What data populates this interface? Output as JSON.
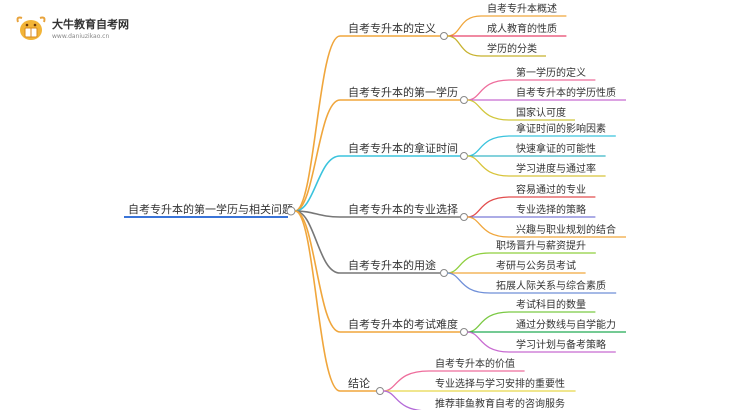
{
  "brand": {
    "name": "大牛教育自考网",
    "url": "www.daniuzikao.cn"
  },
  "mindmap": {
    "root": "自考专升本的第一学历与相关问题",
    "branches": [
      {
        "label": "自考专升本的定义",
        "color": "#f0a63c",
        "children": [
          "自考专升本概述",
          "成人教育的性质",
          "学历的分类"
        ],
        "child_colors": [
          "#f0a63c",
          "#e8446a",
          "#c7b22f"
        ]
      },
      {
        "label": "自考专升本的第一学历",
        "color": "#f0a63c",
        "children": [
          "第一学历的定义",
          "自考专升本的学历性质",
          "国家认可度"
        ],
        "child_colors": [
          "#ee6d9c",
          "#c86bd1",
          "#d1c73c"
        ]
      },
      {
        "label": "自考专升本的拿证时间",
        "color": "#3ac3dd",
        "children": [
          "拿证时间的影响因素",
          "快速拿证的可能性",
          "学习进度与通过率"
        ],
        "child_colors": [
          "#3ac3dd",
          "#3bb8c8",
          "#d8c43a"
        ]
      },
      {
        "label": "自考专升本的专业选择",
        "color": "#777777",
        "children": [
          "容易通过的专业",
          "专业选择的策略",
          "兴趣与职业规划的结合"
        ],
        "child_colors": [
          "#e24d4d",
          "#7a7ad8",
          "#f0a63c"
        ]
      },
      {
        "label": "自考专升本的用途",
        "color": "#777777",
        "children": [
          "职场晋升与薪资提升",
          "考研与公务员考试",
          "拓展人际关系与综合素质"
        ],
        "child_colors": [
          "#8fcf3f",
          "#f0a63c",
          "#6f8fd8"
        ]
      },
      {
        "label": "自考专升本的考试难度",
        "color": "#f0a63c",
        "children": [
          "考试科目的数量",
          "通过分数线与自学能力",
          "学习计划与备考策略"
        ],
        "child_colors": [
          "#7ac943",
          "#22aa55",
          "#c86bd1"
        ]
      },
      {
        "label": "结论",
        "color": "#f0a63c",
        "children": [
          "自考专升本的价值",
          "专业选择与学习安排的重要性",
          "推荐菲鱼教育自考的咨询服务"
        ],
        "child_colors": [
          "#ee6d9c",
          "#e7d64a",
          "#b46bd8"
        ]
      }
    ]
  }
}
